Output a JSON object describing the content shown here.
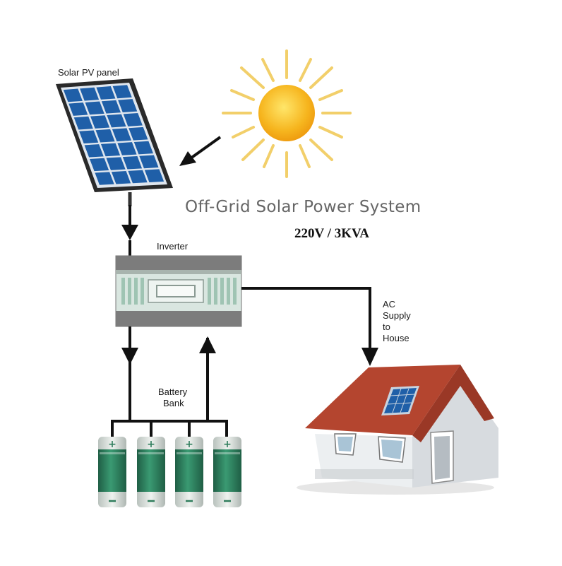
{
  "diagram": {
    "title": "Off-Grid Solar Power System",
    "subtitle": "220V / 3KVA",
    "labels": {
      "solar_panel": "Solar PV panel",
      "inverter": "Inverter",
      "battery_bank_line1": "Battery",
      "battery_bank_line2": "Bank",
      "ac_supply_line1": "AC",
      "ac_supply_line2": "Supply",
      "ac_supply_line3": "to",
      "ac_supply_line4": "House"
    },
    "battery_count": 4
  },
  "colors": {
    "panel_cell": "#1f5fa8",
    "panel_frame": "#2a2a2a",
    "sun_core": "#f6b51e",
    "sun_rays": "#f2cf6a",
    "inverter_body": "#d9e6e0",
    "inverter_bands": "#7c7c7c",
    "battery_green": "#2f7d5c",
    "battery_grey": "#cfd6d2",
    "roof": "#b4452f",
    "house_wall": "#e9ecee",
    "arrows": "#111111"
  }
}
